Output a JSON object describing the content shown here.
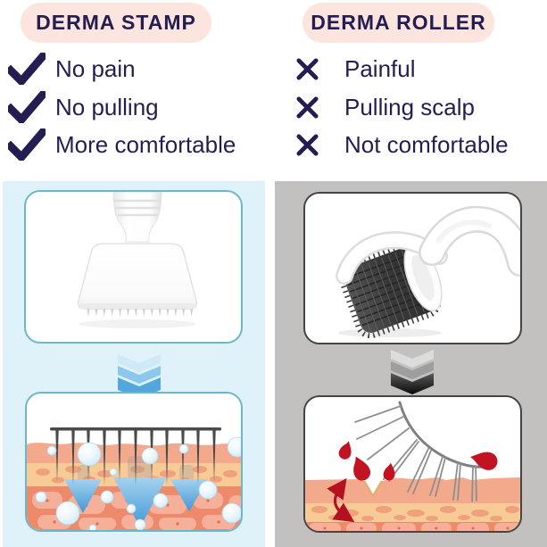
{
  "comparison": {
    "left": {
      "title": "DERMA STAMP",
      "icon": "check-icon",
      "items": [
        "No pain",
        "No pulling",
        "More comfortable"
      ]
    },
    "right": {
      "title": "DERMA ROLLER",
      "icon": "x-icon",
      "items": [
        "Painful",
        "Pulling scalp",
        "Not comfortable"
      ]
    }
  },
  "icons": {
    "left_item_marker": "check-icon",
    "right_item_marker": "x-icon",
    "left_flow_arrow": "down-chevron-icon",
    "right_flow_arrow": "down-chevron-icon",
    "left_device": "derma-stamp-illustration",
    "left_result": "skin-cross-section-vertical-needles-serum-illustration",
    "right_device": "derma-roller-illustration",
    "right_result": "skin-cross-section-angled-needles-tearing-blood-illustration"
  },
  "colors": {
    "navy": "#241d52",
    "pill_bg": "#fbe5de",
    "panel_left_bg": "#dff1f9",
    "panel_right_bg": "#c3c1bf",
    "card_border_left": "#6db7ca",
    "card_border_right": "#454545",
    "chevron_left_top": "#cfe9f7",
    "chevron_left_mid": "#8cc8ec",
    "chevron_left_bot": "#54a7dc",
    "chevron_right_top": "#dcdcdc",
    "chevron_right_mid": "#9e9e9e",
    "chevron_right_bot": "#1c1c1c",
    "arrow_blue": "#4fa3da",
    "blood_red": "#c11322",
    "skin_top": "#f3a98b",
    "skin_mid": "#f7ca96",
    "skin_cell": "#efa07c",
    "skin_deep": "#ee8a6c",
    "skin_blob": "#f6b09a"
  }
}
